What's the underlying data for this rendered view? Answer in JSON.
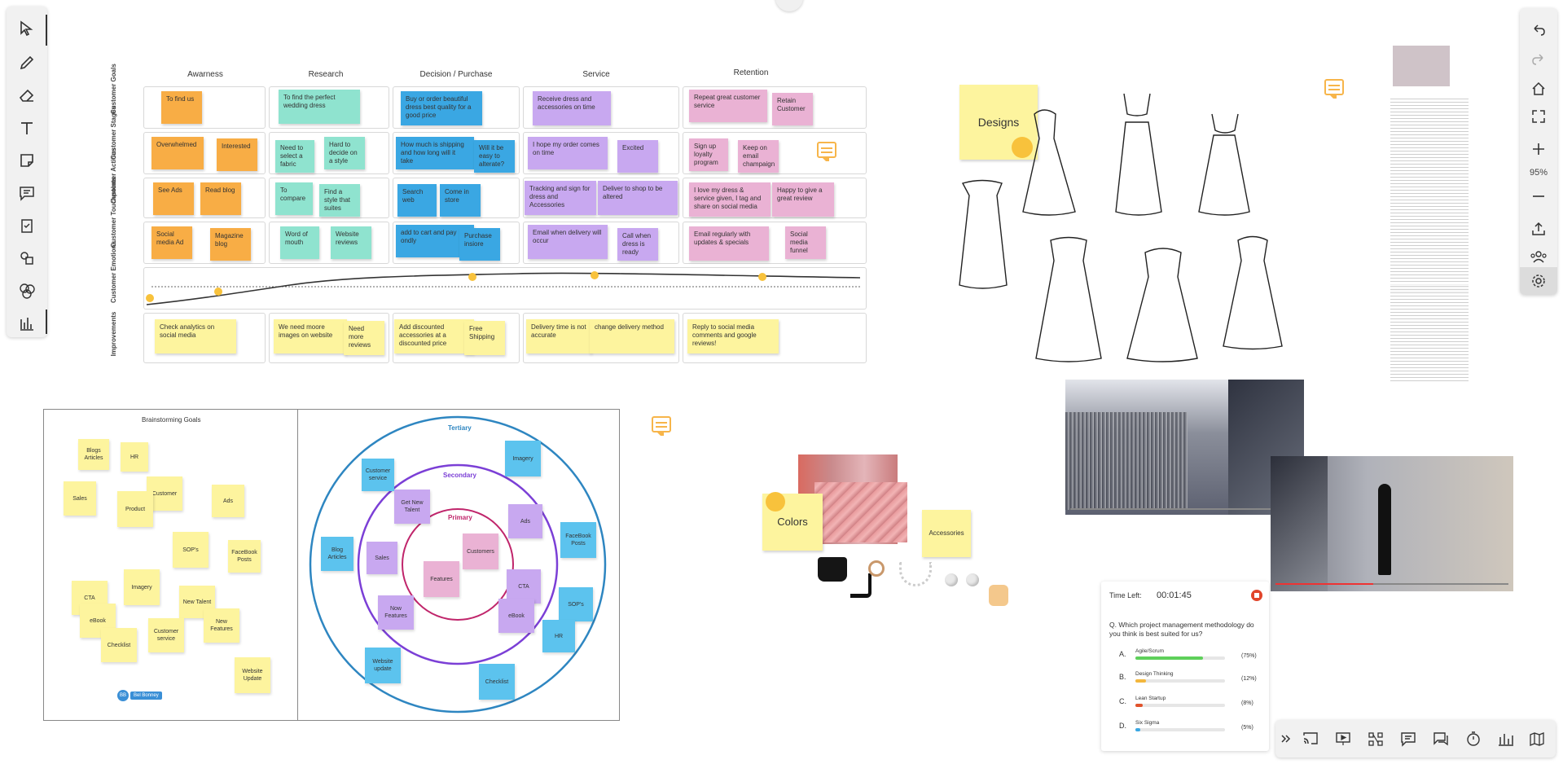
{
  "journey": {
    "columns": [
      "Awarness",
      "Research",
      "Decision / Purchase",
      "Service",
      "Retention"
    ],
    "rows": [
      "Customer Goals",
      "Customer Stages",
      "Customer Actions",
      "Customer Touchpoints",
      "Customer Emotions",
      "Improvements"
    ],
    "notes": {
      "goals": [
        "To find us",
        "To find the perfect wedding dress",
        "Buy or order beautiful dress best quality for a good price",
        "Receive dress and accessories on time",
        "Repeat great customer service",
        "Retain Customer"
      ],
      "stages": [
        "Overwhelmed",
        "Interested",
        "Need to select a fabric",
        "Hard to decide on a style",
        "How much is shipping and how long will it take",
        "Will it be easy to alterate?",
        "I hope my order comes on time",
        "Excited",
        "Sign up loyalty program",
        "Keep on email champaign"
      ],
      "actions": [
        "See Ads",
        "Read blog",
        "To compare",
        "Find a style that suites",
        "Search web",
        "Come in store",
        "Tracking and sign for dress and Accessories",
        "Deliver to shop to be altered",
        "I love my dress & service given, I tag and share on social media",
        "Happy to give a great review"
      ],
      "touchpoints": [
        "Social media Ad",
        "Magazine blog",
        "Word of mouth",
        "Website reviews",
        "add to cart and pay ondly",
        "Purchase insiore",
        "Email when delivery will occur",
        "Call when dress is ready",
        "Email regularly with updates & specials",
        "Social media funnel"
      ],
      "improvements": [
        "Check analytics on social media",
        "We need moore images on website",
        "Need more reviews",
        "Add discounted accessories at a discounted price",
        "Free Shipping",
        "Delivery time is not accurate",
        "change delivery method",
        "Reply to social media comments and google reviews!"
      ]
    }
  },
  "designs": {
    "label": "Designs"
  },
  "colors": {
    "label": "Colors"
  },
  "accessories": {
    "label": "Accessories"
  },
  "brainstorm": {
    "title": "Brainstorming Goals",
    "notes": [
      "Blogs Articles",
      "HR",
      "Customer",
      "Sales",
      "Product",
      "Ads",
      "SOP's",
      "FaceBook Posts",
      "Imagery",
      "CTA",
      "New Talent",
      "eBook",
      "New Features",
      "Customer service",
      "Checklist",
      "Website Update"
    ],
    "user_initials": "BB",
    "user_name": "Bel Bonney"
  },
  "circles": {
    "tertiary": "Tertiary",
    "secondary": "Secondary",
    "primary": "Primary",
    "notes": [
      "Customer service",
      "Imagery",
      "Get New Talent",
      "Ads",
      "FaceBook Posts",
      "Blog Articles",
      "Sales",
      "Customers",
      "Features",
      "CTA",
      "SOP's",
      "Now Features",
      "eBook",
      "HR",
      "Website update",
      "Checklist"
    ]
  },
  "poll": {
    "time_label": "Time Left:",
    "time_value": "00:01:45",
    "question": "Q. Which project management methodology do you think is best suited for us?",
    "options": [
      {
        "letter": "A.",
        "label": "Agile/Scrum",
        "pct": "(75%)",
        "value": 75,
        "color": "#5ed05a"
      },
      {
        "letter": "B.",
        "label": "Design Thinking",
        "pct": "(12%)",
        "value": 12,
        "color": "#f3b73d"
      },
      {
        "letter": "C.",
        "label": "Lean Startup",
        "pct": "(8%)",
        "value": 8,
        "color": "#e1532b"
      },
      {
        "letter": "D.",
        "label": "Six Sigma",
        "pct": "(5%)",
        "value": 5,
        "color": "#3aa7e3"
      }
    ]
  },
  "zoom": {
    "level": "95%"
  },
  "icons": {
    "left_tools": [
      "select-icon",
      "pen-icon",
      "eraser-icon",
      "text-icon",
      "sticky-note-icon",
      "comment-icon",
      "checklist-icon",
      "shapes-icon",
      "emoji-icon",
      "chart-icon"
    ],
    "right_tools": [
      "undo-icon",
      "redo-icon",
      "home-icon",
      "fit-screen-icon",
      "zoom-in-icon",
      "zoom-out-icon",
      "export-icon",
      "users-icon",
      "settings-icon"
    ],
    "bottom_tools": [
      "collapse-icon",
      "cast-icon",
      "present-icon",
      "flow-icon",
      "chat-icon",
      "comments-icon",
      "timer-icon",
      "poll-icon",
      "map-icon"
    ]
  }
}
